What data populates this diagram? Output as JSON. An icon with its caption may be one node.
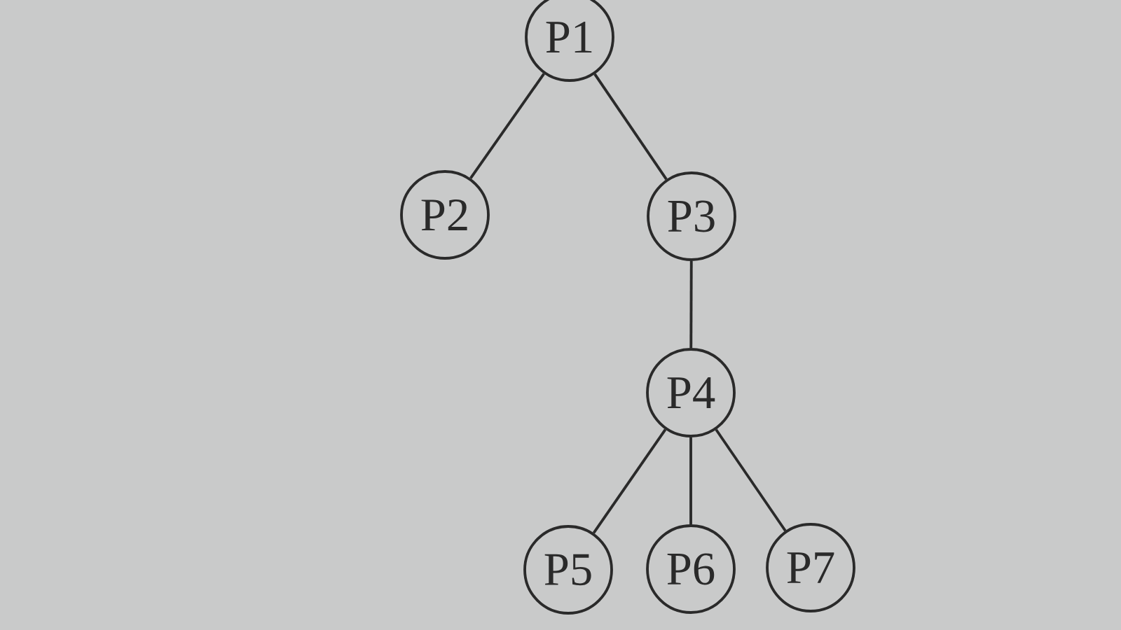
{
  "diagram": {
    "nodes": [
      {
        "text": [
          "P1"
        ]
      },
      {
        "text": [
          "P2"
        ]
      },
      {
        "text": [
          "P3"
        ]
      },
      {
        "text": [
          "P4"
        ]
      },
      {
        "text": [
          "P5"
        ]
      },
      {
        "text": [
          "P6"
        ]
      },
      {
        "text": [
          "P7"
        ]
      }
    ],
    "edges": [
      {
        "from": 0,
        "to": 1,
        "arrow": "none"
      },
      {
        "from": 0,
        "to": 2,
        "arrow": "none"
      },
      {
        "from": 2,
        "to": 3,
        "arrow": "none"
      },
      {
        "from": 3,
        "to": 4,
        "arrow": "none"
      },
      {
        "from": 3,
        "to": 5,
        "arrow": "none"
      },
      {
        "from": 3,
        "to": 6,
        "arrow": "none"
      }
    ]
  }
}
